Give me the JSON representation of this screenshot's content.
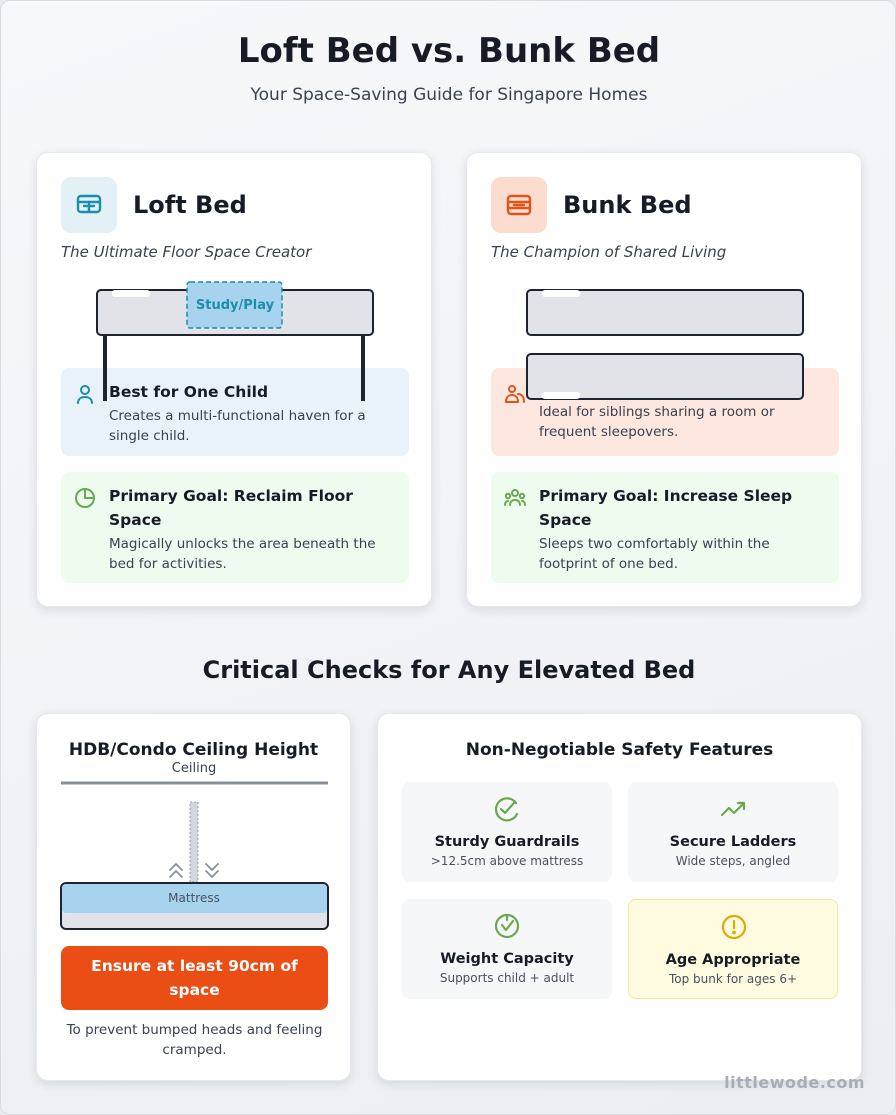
{
  "header": {
    "title": "Loft Bed vs. Bunk Bed",
    "subtitle": "Your Space-Saving Guide for Singapore Homes"
  },
  "loft": {
    "icon": "loft-bed-icon",
    "title": "Loft Bed",
    "tagline": "The Ultimate Floor Space Creator",
    "diagram_label": "Study/Play",
    "info1": {
      "icon": "person-icon",
      "title": "Best for One Child",
      "text": "Creates a multi-functional haven for a single child."
    },
    "info2": {
      "icon": "pie-chart-icon",
      "title": "Primary Goal: Reclaim Floor Space",
      "text": "Magically unlocks the area beneath the bed for activities."
    }
  },
  "bunk": {
    "icon": "bunk-bed-icon",
    "title": "Bunk Bed",
    "tagline": "The Champion of Shared Living",
    "info1": {
      "icon": "siblings-icon",
      "title": "",
      "text": "Ideal for siblings sharing a room or frequent sleepovers."
    },
    "info2": {
      "icon": "group-icon",
      "title": "Primary Goal: Increase Sleep Space",
      "text": "Sleeps two comfortably within the footprint of one bed."
    }
  },
  "checks": {
    "title": "Critical Checks for Any Elevated Bed",
    "ceiling": {
      "title": "HDB/Condo Ceiling Height",
      "ceiling_label": "Ceiling",
      "mattress_label": "Mattress",
      "cta": "Ensure at least 90cm of space",
      "note": "To prevent bumped heads and feeling cramped."
    },
    "safety": {
      "title": "Non-Negotiable Safety Features",
      "features": [
        {
          "icon": "guardrail-icon",
          "title": "Sturdy Guardrails",
          "text": ">12.5cm above mattress"
        },
        {
          "icon": "ladder-icon",
          "title": "Secure Ladders",
          "text": "Wide steps, angled"
        },
        {
          "icon": "weight-check-icon",
          "title": "Weight Capacity",
          "text": "Supports child + adult"
        },
        {
          "icon": "alert-icon",
          "title": "Age Appropriate",
          "text": "Top bunk for ages 6+"
        }
      ]
    }
  },
  "footer": {
    "brand": "littlewode.com"
  },
  "colors": {
    "teal": "#1a8fa8",
    "orange": "#e0541b",
    "green": "#6aa84f",
    "amber": "#e0a800",
    "cta": "#ea4e15"
  }
}
